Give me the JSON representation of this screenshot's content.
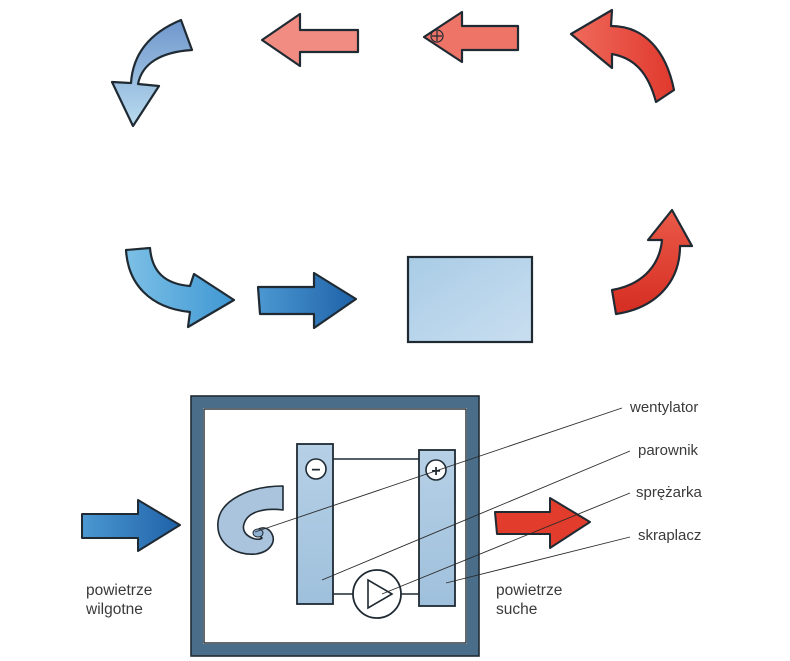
{
  "diagram": {
    "type": "air-dehumidifier-cycle",
    "callouts": [
      {
        "id": "fan",
        "text": "wentylator"
      },
      {
        "id": "evaporator",
        "text": "parownik"
      },
      {
        "id": "compressor",
        "text": "sprężarka"
      },
      {
        "id": "condenser",
        "text": "skraplacz"
      }
    ],
    "labels": {
      "inlet_line1": "powietrze",
      "inlet_line2": "wilgotne",
      "outlet_line1": "powietrze",
      "outlet_line2": "suche"
    },
    "symbols": {
      "evaporator_sign": "−",
      "condenser_sign": "+"
    },
    "colors": {
      "hot_red": "#e23c2c",
      "warm_red": "#ee7064",
      "pale_red": "#f29a90",
      "cold_blue": "#2f78bd",
      "light_blue": "#5aaede",
      "pale_blue": "#9cc4e2",
      "casing": "#4a6e8a",
      "outline": "#1f2a33"
    }
  }
}
